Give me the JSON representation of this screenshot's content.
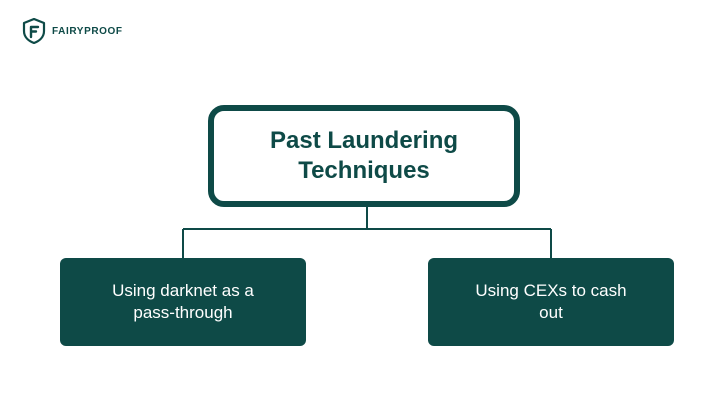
{
  "brand": {
    "name": "FAIRYPROOF",
    "logo_icon": "fairyproof-shield-f-icon",
    "color": "#0e4a47"
  },
  "diagram": {
    "root": {
      "title": "Past Laundering Techniques"
    },
    "children": [
      {
        "label": "Using darknet as a pass-through"
      },
      {
        "label": "Using CEXs to cash out"
      }
    ],
    "colors": {
      "primary": "#0e4a47",
      "background": "#ffffff",
      "child_text": "#ffffff"
    }
  }
}
